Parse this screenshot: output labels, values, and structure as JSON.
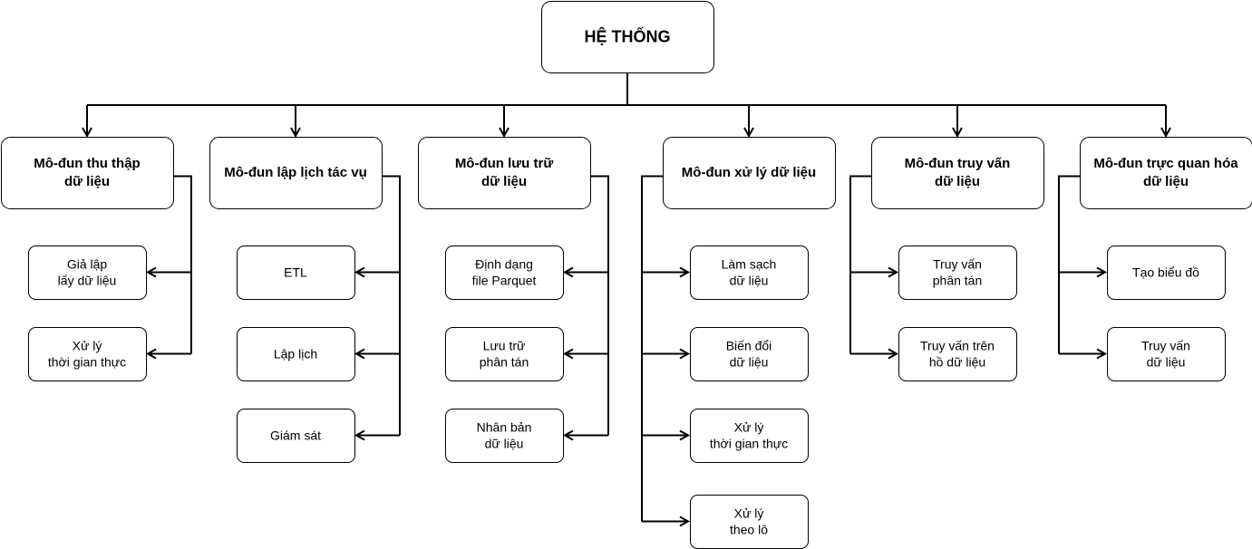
{
  "root": {
    "label": "HỆ THỐNG"
  },
  "modules": [
    {
      "title_lines": [
        "Mô-đun thu thập",
        "dữ liệu"
      ],
      "children": [
        {
          "lines": [
            "Giả lập",
            "lấy dữ liệu"
          ]
        },
        {
          "lines": [
            "Xử lý",
            "thời gian thực"
          ]
        }
      ]
    },
    {
      "title_lines": [
        "Mô-đun lập lịch tác vụ"
      ],
      "children": [
        {
          "lines": [
            "ETL"
          ]
        },
        {
          "lines": [
            "Lập lịch"
          ]
        },
        {
          "lines": [
            "Giám sát"
          ]
        }
      ]
    },
    {
      "title_lines": [
        "Mô-đun lưu trữ",
        "dữ liệu"
      ],
      "children": [
        {
          "lines": [
            "Định dạng",
            "file Parquet"
          ]
        },
        {
          "lines": [
            "Lưu trữ",
            "phân tán"
          ]
        },
        {
          "lines": [
            "Nhân bản",
            "dữ liệu"
          ]
        }
      ]
    },
    {
      "title_lines": [
        "Mô-đun xử lý dữ liệu"
      ],
      "children": [
        {
          "lines": [
            "Làm sạch",
            "dữ liệu"
          ]
        },
        {
          "lines": [
            "Biến đổi",
            "dữ liệu"
          ]
        },
        {
          "lines": [
            "Xử lý",
            "thời gian thực"
          ]
        },
        {
          "lines": [
            "Xử lý",
            "theo lô"
          ]
        }
      ]
    },
    {
      "title_lines": [
        "Mô-đun truy vấn",
        "dữ liệu"
      ],
      "children": [
        {
          "lines": [
            "Truy vấn",
            "phân tán"
          ]
        },
        {
          "lines": [
            "Truy vấn trên",
            "hồ dữ liệu"
          ]
        }
      ]
    },
    {
      "title_lines": [
        "Mô-đun trực quan hóa",
        "dữ liệu"
      ],
      "children": [
        {
          "lines": [
            "Tạo biểu đồ"
          ]
        },
        {
          "lines": [
            "Truy vấn",
            "dữ liệu"
          ]
        }
      ]
    }
  ]
}
